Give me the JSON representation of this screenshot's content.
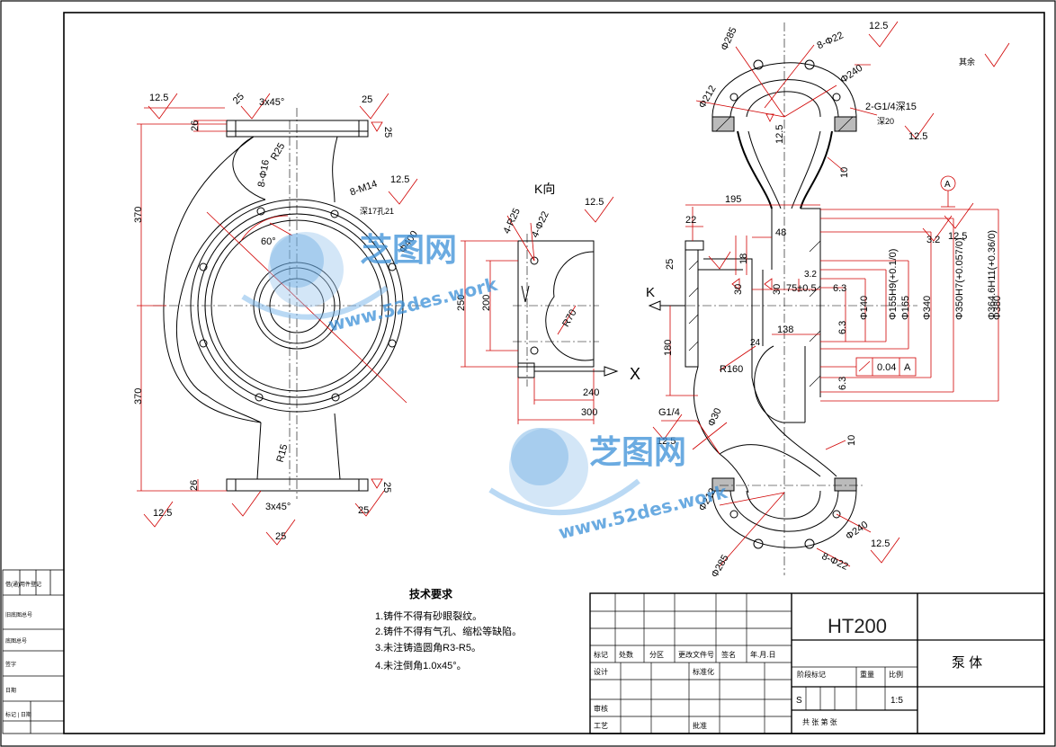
{
  "drawing": {
    "view_k_label": "K向",
    "view_arrow_k": "K",
    "view_arrow_x": "X",
    "datum": "A",
    "rough_other": "其余",
    "left_view": {
      "ra_top_left": "12.5",
      "chamfer_top": "3x45°",
      "ra_top_25a": "25",
      "ra_top_25b": "25",
      "dim_26_top": "26",
      "dim_25_right_top": "25",
      "r25": "R25",
      "holes_8_phi16": "8-Φ16",
      "holes_8m14": "8-M14",
      "depth_17_21": "深17孔21",
      "ra_mid": "12.5",
      "angle_60": "60°",
      "phi_400": "Φ400",
      "dim_370_top": "370",
      "dim_370_bottom": "370",
      "r15": "R15",
      "dim_26_bottom": "26",
      "dim_25_right_bottom": "25",
      "ra_bottom_left": "12.5",
      "chamfer_bottom": "3x45°",
      "ra_bottom_25a": "25",
      "ra_bottom_25b": "25"
    },
    "k_view": {
      "r25": "4-R25",
      "phi22": "4-Φ22",
      "ra": "12.5",
      "dim_250": "250",
      "dim_200": "200",
      "r70": "R70",
      "dim_240": "240",
      "dim_300": "300"
    },
    "section_view": {
      "phi_285_top": "Φ285",
      "holes_8_phi22_top": "8-Φ22",
      "ra_top": "12.5",
      "phi_240_top": "Φ240",
      "phi_212_top": "Φ212",
      "g14_holes": "2-G1/4深15",
      "deep20": "深20",
      "ra_right_top": "12.5",
      "ra_12_5_v": "12.5",
      "dim_10_top": "10",
      "dim_195": "195",
      "dim_22": "22",
      "dim_48": "48",
      "ra_32": "3.2",
      "ra_125_right": "12.5",
      "ra_25": "25",
      "dim_18": "18",
      "dim_30_a": "30",
      "dim_30_b": "30",
      "dim_75": "75±0.5",
      "ra_63_a": "6.3",
      "ra_6_3_b": "6.3",
      "ra_6_3_c": "6.3",
      "ra_3_2b": "3.2",
      "phi_140": "Φ140",
      "phi_155": "Φ155H9(+0.1/0)",
      "phi_165": "Φ165",
      "phi_340": "Φ340",
      "phi_350": "Φ350H7(+0.057/0)",
      "phi_364": "Φ364.6H11(+0.36/0)",
      "phi_380": "Φ380",
      "dim_138": "138",
      "dim_180": "180",
      "dim_24": "24",
      "r160": "R160",
      "runout": "0.04",
      "runout_datum": "A",
      "g14": "G1/4",
      "phi_30": "Φ30",
      "ra_bottom_mid": "12.5",
      "dim_10_bottom": "10",
      "phi_212_bottom": "Φ212",
      "phi_240_bottom": "Φ240",
      "phi_285_bottom": "Φ285",
      "holes_8_phi22_bottom": "8-Φ22",
      "ra_bottom_right": "12.5"
    },
    "watermark": {
      "brand_1": "芝图网",
      "url_1": "www.52des.work",
      "brand_2": "芝图网",
      "url_2": "www.52des.work"
    }
  },
  "tech_req": {
    "title": "技术要求",
    "items": [
      "1.铸件不得有砂眼裂纹。",
      "2.铸件不得有气孔、缩松等缺陷。",
      "3.未注铸造圆角R3-R5。",
      "4.未注倒角1.0x45°。"
    ]
  },
  "title_block": {
    "material": "HT200",
    "part_name": "泵  体",
    "scale": "1:5",
    "scale_label": "比例",
    "stage_label": "阶段标记",
    "weight_label": "重量",
    "stage_s": "S",
    "sheet_info": "共   张   第   张",
    "rows": {
      "mark": "标记",
      "count": "处数",
      "zone": "分区",
      "change_doc": "更改文件号",
      "sign": "签名",
      "date": "年.月.日",
      "design": "设计",
      "standard": "标准化",
      "check": "审核",
      "process": "工艺",
      "approve": "批准"
    }
  },
  "side_table": {
    "rows": [
      "借(通)用件登记",
      "旧底图总号",
      "底图总号",
      "签字",
      "日期",
      "标记 | 日期"
    ]
  }
}
